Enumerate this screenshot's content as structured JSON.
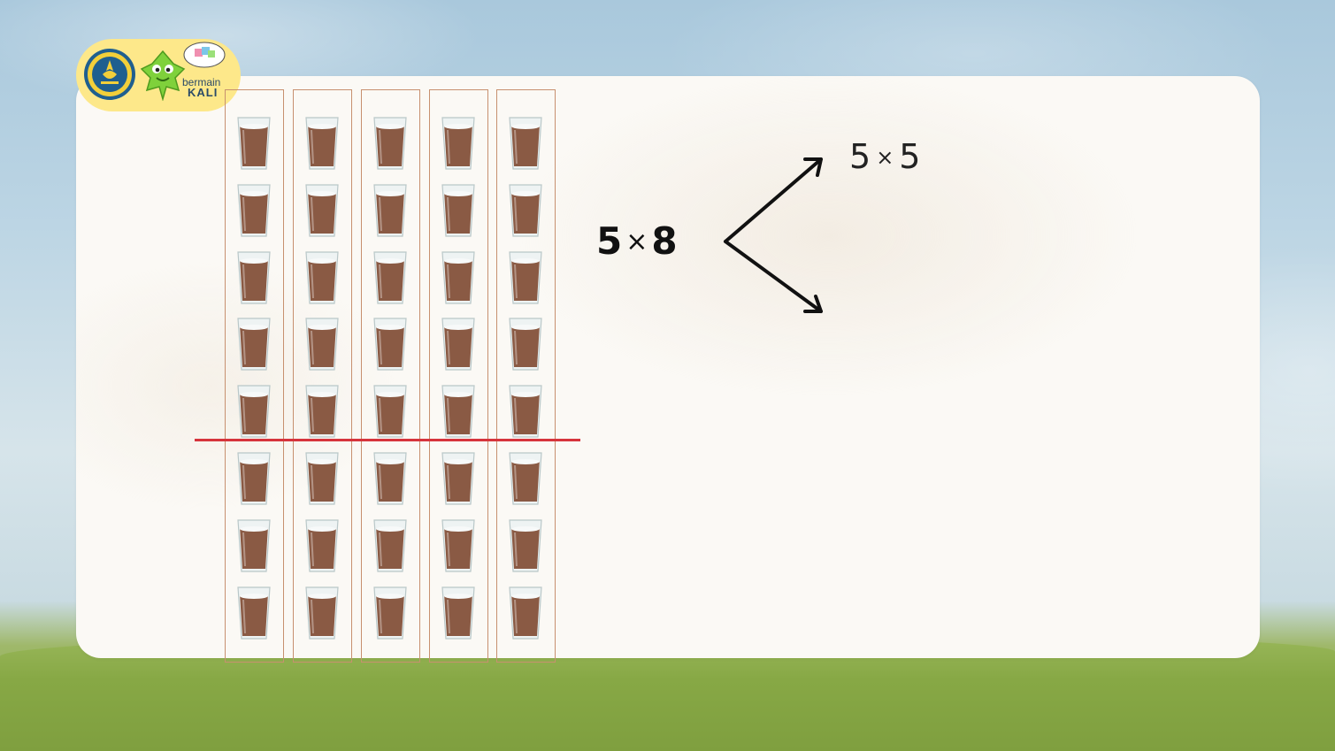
{
  "brand": {
    "name_top": "bermain",
    "name_bottom": "KALI"
  },
  "glass_grid": {
    "columns": 5,
    "rows": 8,
    "split_after_row": 5,
    "liquid_color": "#8a5a44",
    "split_line_color": "#d6343c"
  },
  "equations": {
    "main": {
      "left": "5",
      "op": "×",
      "right": "8"
    },
    "branch_top": {
      "left": "5",
      "op": "×",
      "right": "5"
    }
  }
}
